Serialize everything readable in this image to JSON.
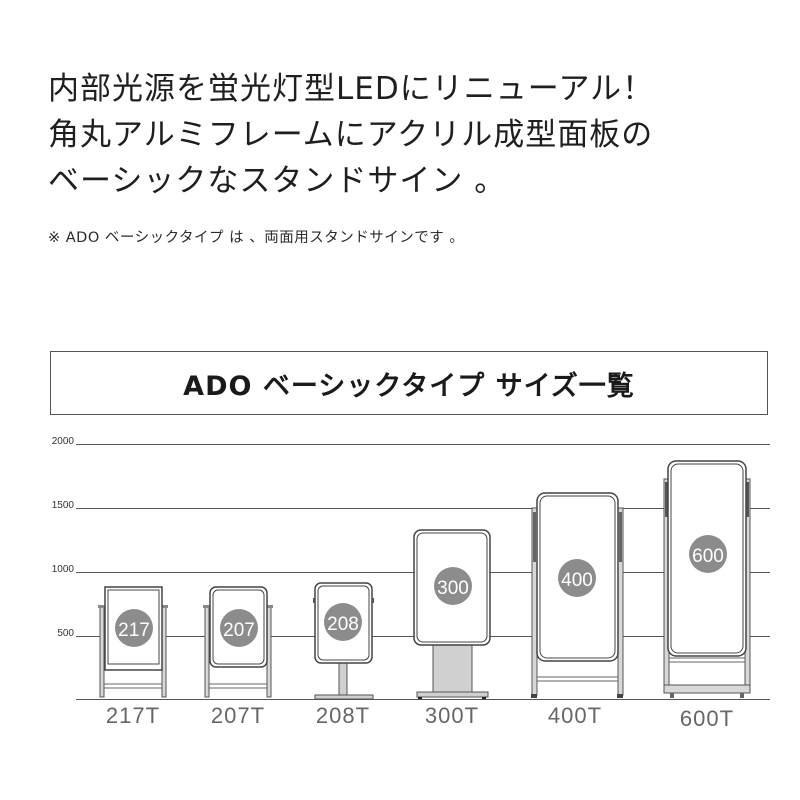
{
  "headline": {
    "lines": [
      "内部光源を蛍光灯型LEDにリニューアル！",
      "角丸アルミフレームにアクリル成型面板の",
      "ベーシックなスタンドサイン 。"
    ]
  },
  "note": "※ ADO ベーシックタイプ は 、両面用スタンドサインです 。",
  "size_table": {
    "title": "ADO ベーシックタイプ サイズ一覧"
  },
  "chart_data": {
    "type": "bar",
    "title": "ADO ベーシックタイプ サイズ一覧",
    "xlabel": "",
    "ylabel": "",
    "ylim": [
      0,
      2000
    ],
    "yticks": [
      500,
      1000,
      1500,
      2000
    ],
    "grid": true,
    "categories": [
      "217T",
      "207T",
      "208T",
      "300T",
      "400T",
      "600T"
    ],
    "badges": [
      "217",
      "207",
      "208",
      "300",
      "400",
      "600"
    ],
    "values": [
      870,
      870,
      910,
      1320,
      1620,
      1850
    ],
    "colors": {
      "badge": "#8c8c8c",
      "badge_text": "#ffffff",
      "frame": "#444444",
      "stand": "#d0d0d0",
      "label": "#666666",
      "grid": "#555555"
    }
  },
  "axis": {
    "ticks": [
      {
        "label": "2000"
      },
      {
        "label": "1500"
      },
      {
        "label": "1000"
      },
      {
        "label": "500"
      }
    ]
  },
  "models": [
    {
      "label": "217T",
      "badge": "217"
    },
    {
      "label": "207T",
      "badge": "207"
    },
    {
      "label": "208T",
      "badge": "208"
    },
    {
      "label": "300T",
      "badge": "300"
    },
    {
      "label": "400T",
      "badge": "400"
    },
    {
      "label": "600T",
      "badge": "600"
    }
  ]
}
